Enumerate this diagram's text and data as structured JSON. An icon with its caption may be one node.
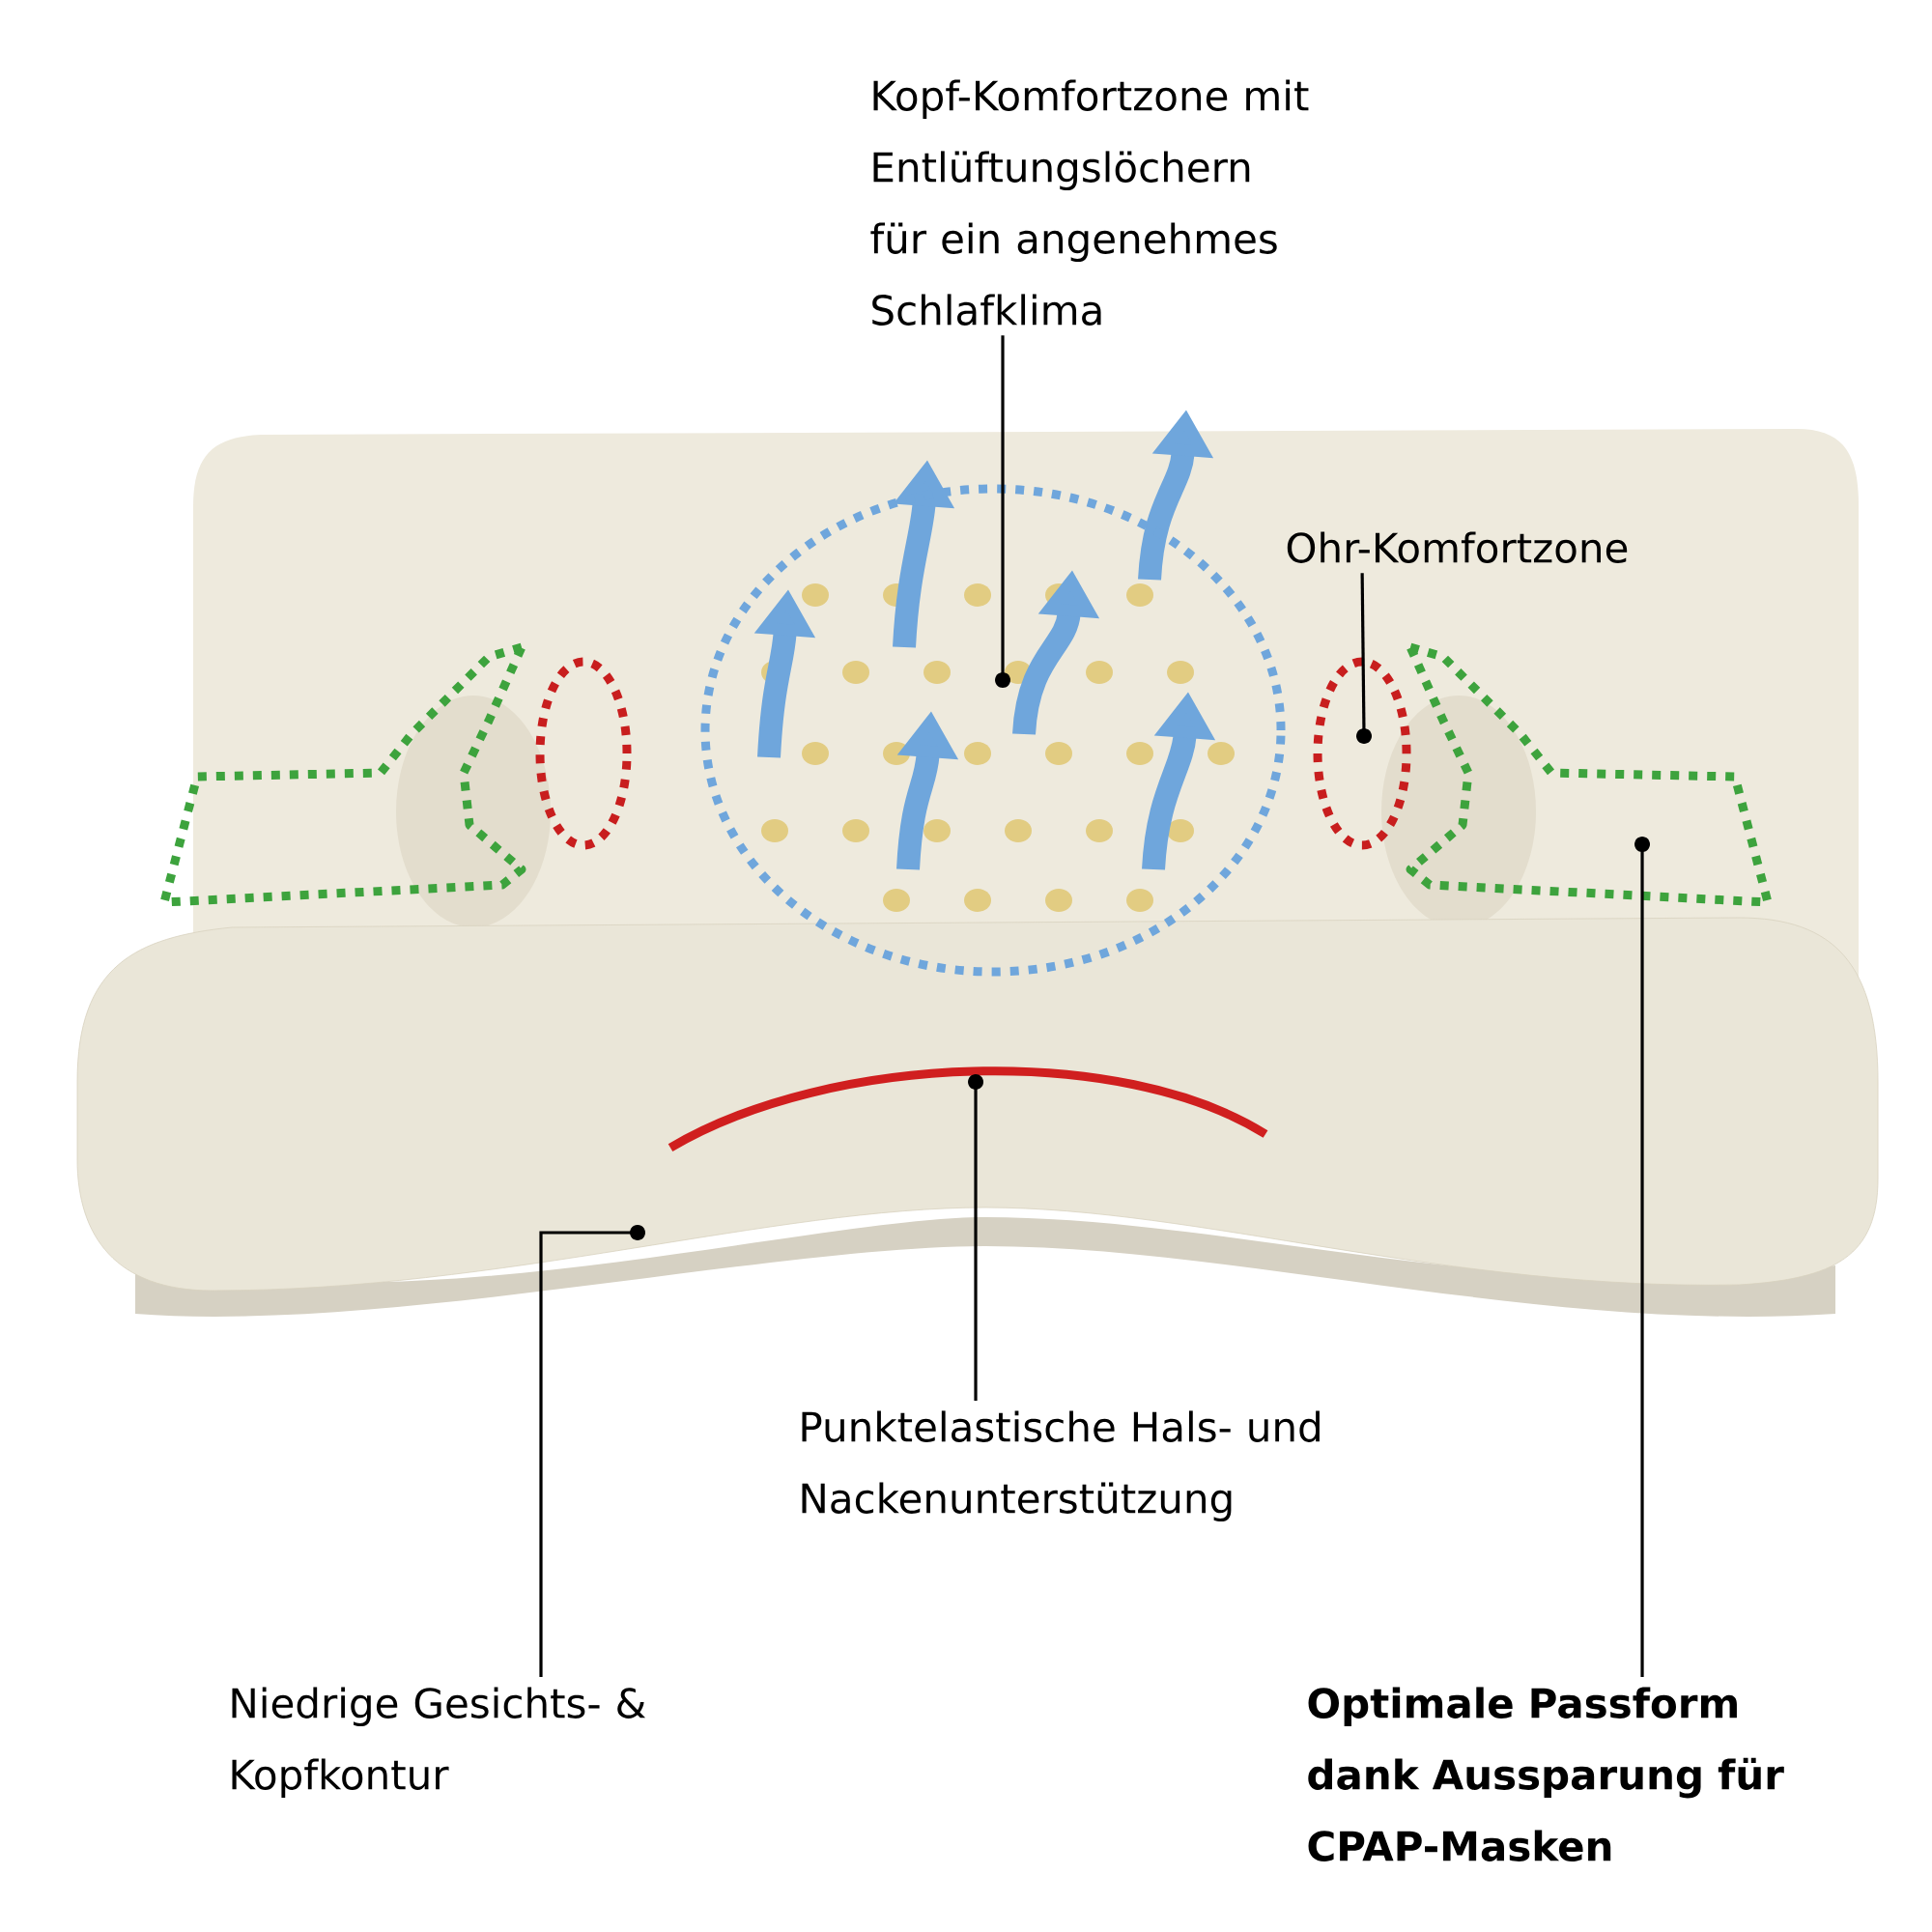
{
  "diagram": {
    "nodes": [
      {
        "text": [
          "Kopf-Komfortzone mit Entlüftungslöchern für ein angenehmes Schlafklima"
        ]
      },
      {
        "text": [],
        "shape": "box"
      },
      {
        "text": [],
        "shape": "circle"
      },
      {
        "text": [],
        "shape": "circle"
      },
      {
        "text": [],
        "shape": "circle"
      },
      {
        "text": [],
        "shape": "box"
      },
      {
        "text": [
          "Ohr-Komfortzone"
        ]
      },
      {
        "text": [
          "Punktelastische Hals- und Nackenunterstützung"
        ]
      },
      {
        "text": [
          "Niedrige Gesichts- & Kopfkontur"
        ]
      },
      {
        "text": [
          "Optimale Passform dank Aussparung für CPAP-Masken"
        ]
      }
    ],
    "edges": [
      {
        "from": 0,
        "to": 3,
        "arrow": "other"
      },
      {
        "from": 6,
        "to": 4,
        "arrow": "other"
      },
      {
        "from": 7,
        "to": null,
        "arrow": "other"
      },
      {
        "from": 8,
        "to": null,
        "arrow": "other"
      },
      {
        "from": 9,
        "to": 5,
        "arrow": "other"
      }
    ]
  }
}
